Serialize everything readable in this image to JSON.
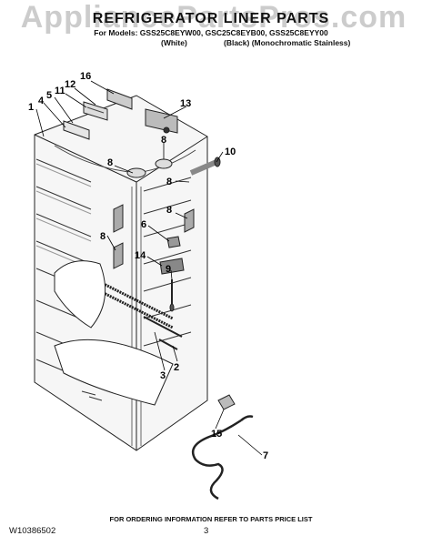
{
  "header": {
    "title": "REFRIGERATOR LINER PARTS",
    "models": "For Models: GSS25C8EYW00, GSC25C8EYB00, GSS25C8EYY00",
    "variant_white": "(White)",
    "variant_black": "(Black) (Monochromatic Stainless)",
    "watermark": "AppliancePartsPros.com"
  },
  "callouts": {
    "c16": "16",
    "c12": "12",
    "c11": "11",
    "c5": "5",
    "c4": "4",
    "c1": "1",
    "c13": "13",
    "c8a": "8",
    "c8b": "8",
    "c10": "10",
    "c8c": "8",
    "c8d": "8",
    "c6": "6",
    "c8e": "8",
    "c14": "14",
    "c9": "9",
    "c2": "2",
    "c3": "3",
    "c15": "15",
    "c7": "7"
  },
  "footer": {
    "ordering_note": "FOR ORDERING INFORMATION REFER TO PARTS PRICE LIST",
    "document_number": "W10386502",
    "page_number": "3"
  }
}
